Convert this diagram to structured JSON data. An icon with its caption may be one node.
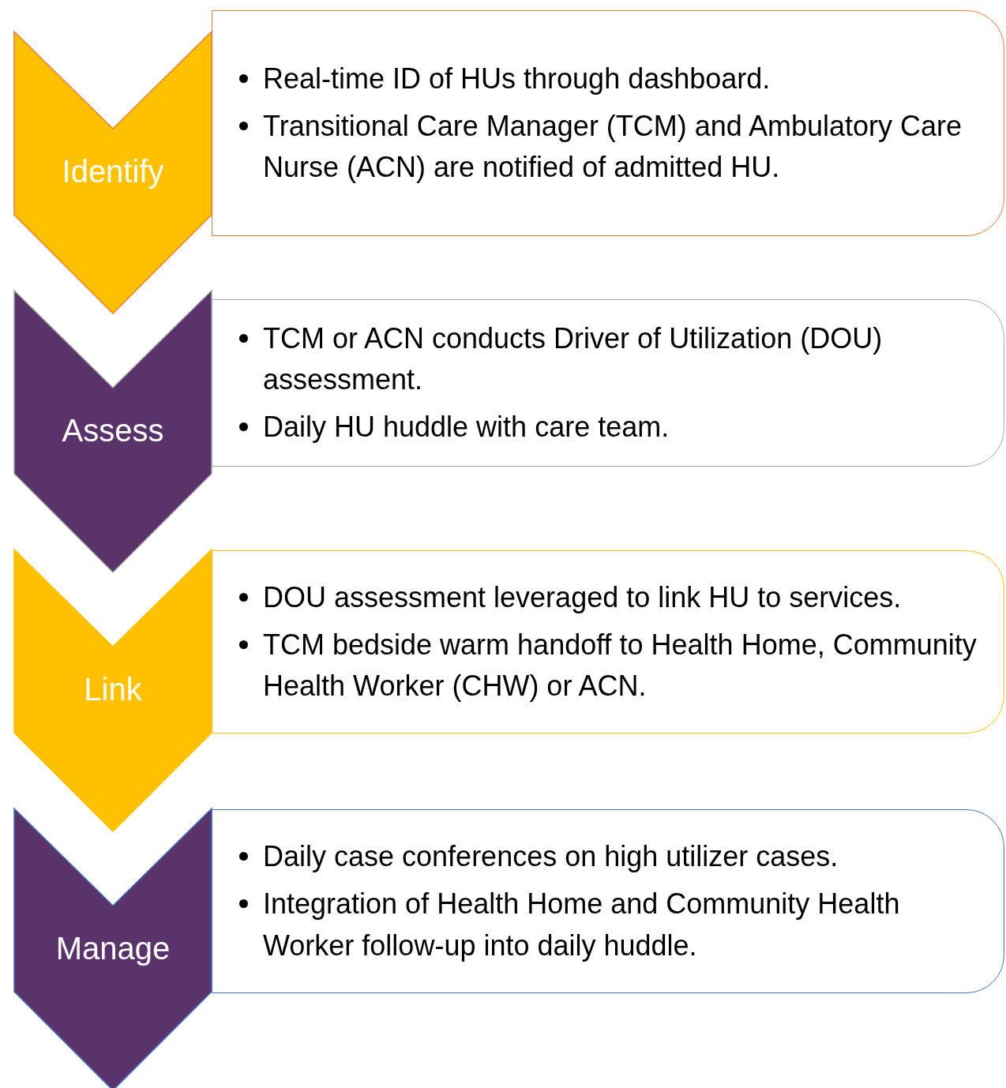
{
  "diagram": {
    "nodes": [
      {
        "text": [
          "Identify"
        ]
      },
      {
        "text": [
          "Real-time ID of HUs through dashboard.",
          "Transitional Care Manager (TCM) and Ambulatory Care Nurse (ACN) are notified of admitted HU."
        ]
      },
      {
        "text": [
          "Assess"
        ]
      },
      {
        "text": [
          "TCM or ACN conducts Driver of Utilization (DOU) assessment.",
          "Daily HU huddle with care team."
        ]
      },
      {
        "text": [
          "Link"
        ]
      },
      {
        "text": [
          "DOU assessment leveraged to link HU to services.",
          "TCM bedside warm handoff to Health Home, Community Health Worker (CHW) or ACN."
        ]
      },
      {
        "text": [
          "Manage"
        ]
      },
      {
        "text": [
          "Daily case conferences on high utilizer cases.",
          "Integration of Health Home and Community Health Worker follow-up into daily huddle."
        ]
      }
    ]
  }
}
